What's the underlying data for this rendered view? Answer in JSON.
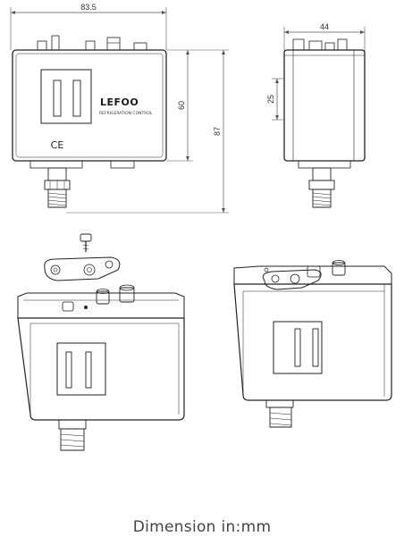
{
  "dimensions": {
    "front_width": "83.5",
    "front_height": "60",
    "total_height": "87",
    "side_depth": "44",
    "side_inner": "25"
  },
  "front_view": {
    "brand": "LEFOO",
    "brand_sub": "REFRIGERATION CONTROL",
    "ce_mark": "CE"
  },
  "caption": "Dimension in:mm"
}
